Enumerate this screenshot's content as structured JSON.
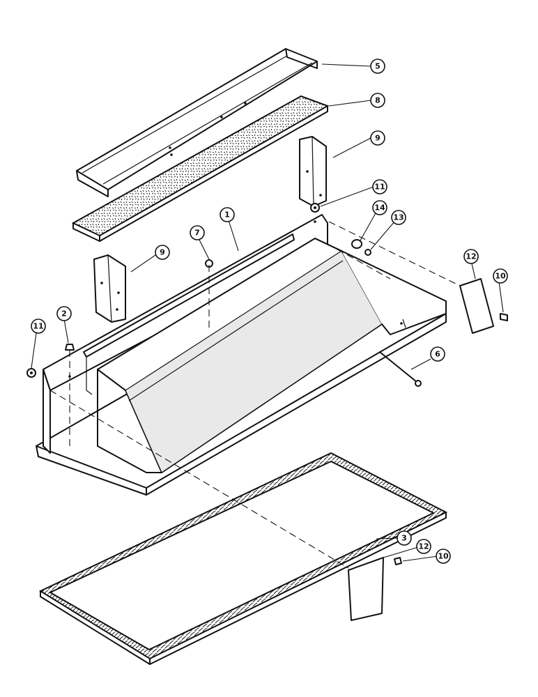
{
  "callouts": [
    {
      "id": "callout-5",
      "label": "5"
    },
    {
      "id": "callout-8",
      "label": "8"
    },
    {
      "id": "callout-9-upper",
      "label": "9"
    },
    {
      "id": "callout-11-upper",
      "label": "11"
    },
    {
      "id": "callout-14",
      "label": "14"
    },
    {
      "id": "callout-13",
      "label": "13"
    },
    {
      "id": "callout-1",
      "label": "1"
    },
    {
      "id": "callout-7",
      "label": "7"
    },
    {
      "id": "callout-9-lower",
      "label": "9"
    },
    {
      "id": "callout-12-upper",
      "label": "12"
    },
    {
      "id": "callout-10-upper",
      "label": "10"
    },
    {
      "id": "callout-2",
      "label": "2"
    },
    {
      "id": "callout-11-lower",
      "label": "11"
    },
    {
      "id": "callout-6",
      "label": "6"
    },
    {
      "id": "callout-3",
      "label": "3"
    },
    {
      "id": "callout-12-lower",
      "label": "12"
    },
    {
      "id": "callout-10-lower",
      "label": "10"
    }
  ]
}
